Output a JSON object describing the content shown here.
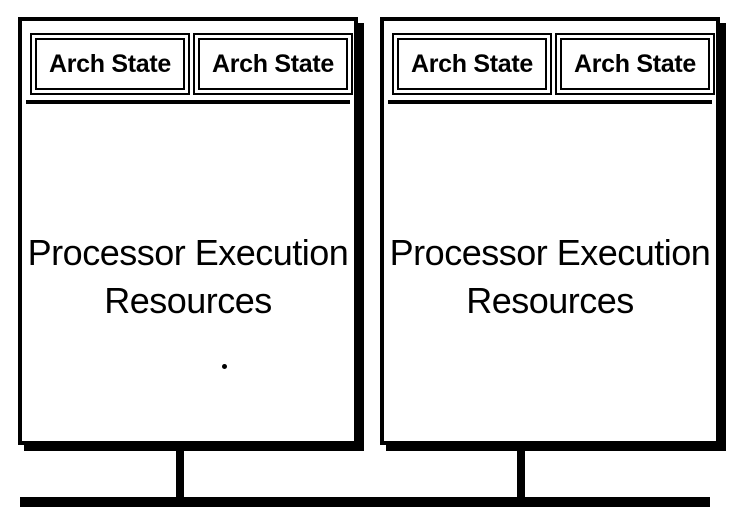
{
  "processors": [
    {
      "arch_states": [
        "Arch State",
        "Arch State"
      ],
      "execution_label_line1": "Processor Execution",
      "execution_label_line2": "Resources"
    },
    {
      "arch_states": [
        "Arch State",
        "Arch State"
      ],
      "execution_label_line1": "Processor Execution",
      "execution_label_line2": "Resources"
    }
  ],
  "colors": {
    "line": "#000000",
    "background": "#ffffff"
  }
}
